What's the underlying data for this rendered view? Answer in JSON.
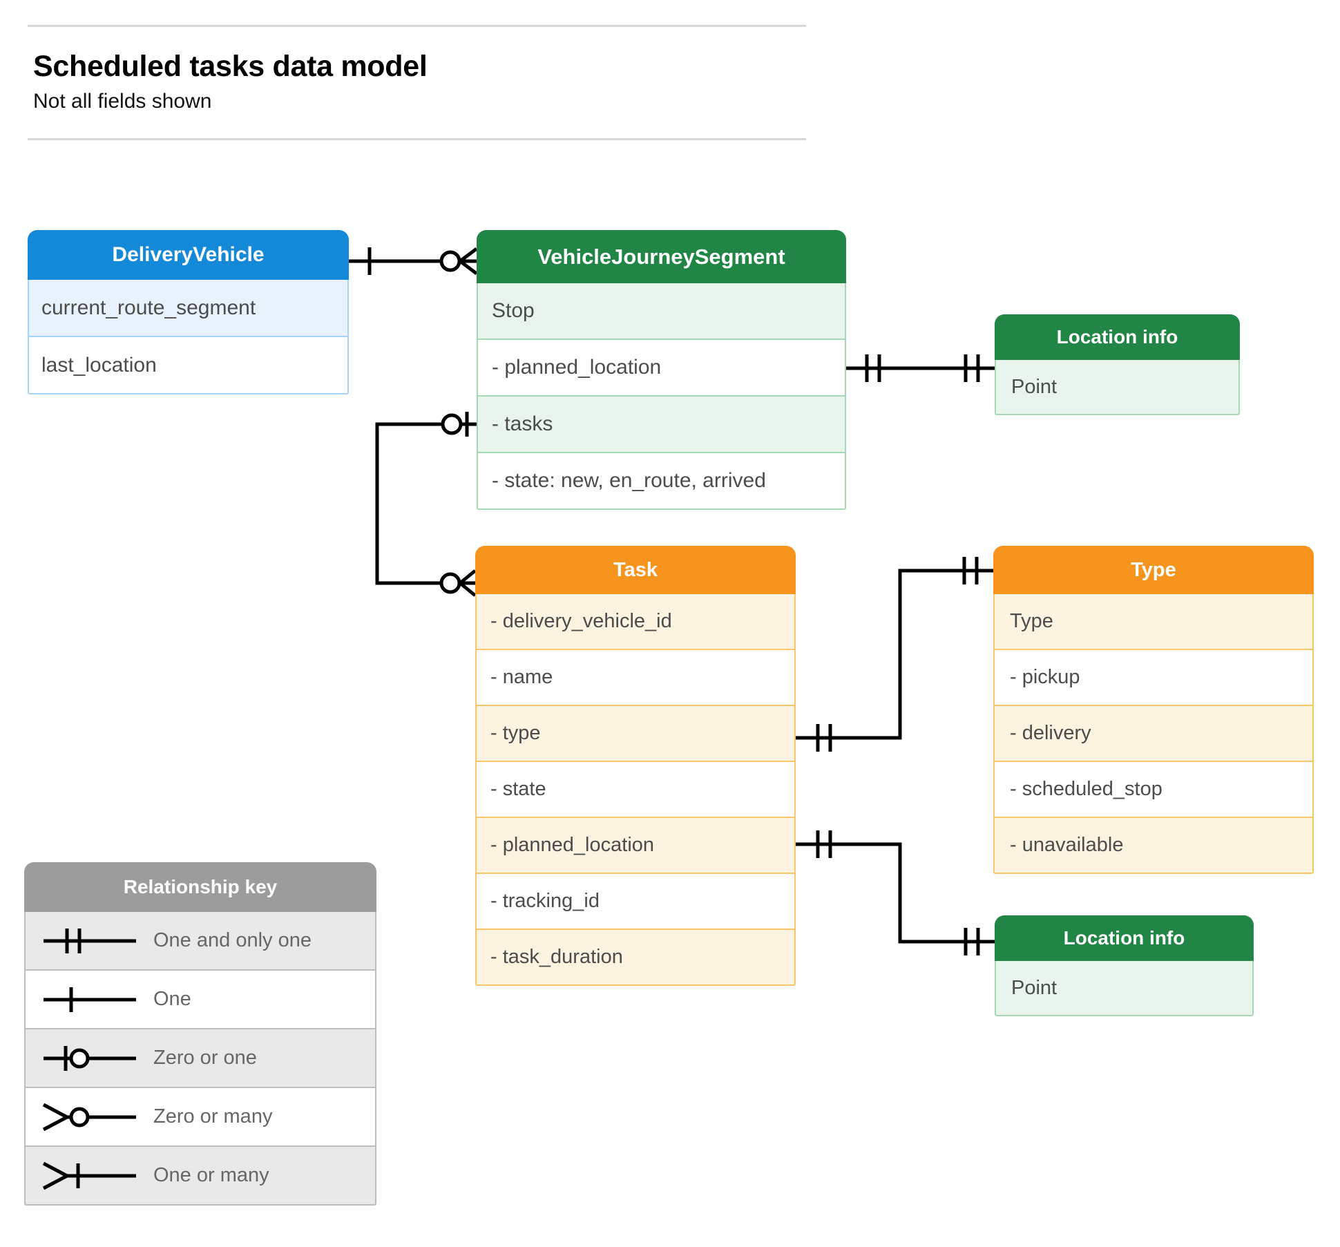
{
  "page": {
    "title": "Scheduled tasks data model",
    "subtitle": "Not all fields shown"
  },
  "colors": {
    "blue_header": "#1489d8",
    "blue_row": "#e8f2fd",
    "blue_border": "#a7d3f4",
    "green_header": "#208545",
    "green_row": "#e8f4ec",
    "green_border": "#a5d8b5",
    "orange_header": "#f7941e",
    "orange_row": "#fdf3e1",
    "orange_border": "#fac66a",
    "gray_header": "#9c9c9c",
    "gray_row": "#e9e9e9",
    "gray_border": "#bdbdbd",
    "connector": "#000000",
    "text": "#4c4c4c"
  },
  "entities": {
    "delivery_vehicle": {
      "name": "DeliveryVehicle",
      "fields": [
        "current_route_segment",
        "last_location"
      ]
    },
    "vehicle_journey_segment": {
      "name": "VehicleJourneySegment",
      "fields": [
        "Stop",
        "-  planned_location",
        "- tasks",
        "- state: new, en_route, arrived"
      ]
    },
    "location_info_top": {
      "name": "Location info",
      "fields": [
        "Point"
      ]
    },
    "task": {
      "name": "Task",
      "fields": [
        "- delivery_vehicle_id",
        "- name",
        "- type",
        "- state",
        "- planned_location",
        "- tracking_id",
        "- task_duration"
      ]
    },
    "type": {
      "name": "Type",
      "fields": [
        "Type",
        "-   pickup",
        "-   delivery",
        "-   scheduled_stop",
        "-   unavailable"
      ]
    },
    "location_info_bottom": {
      "name": "Location info",
      "fields": [
        "Point"
      ]
    }
  },
  "legend": {
    "title": "Relationship key",
    "items": [
      {
        "symbol": "one-and-only-one",
        "label": "One and only one"
      },
      {
        "symbol": "one",
        "label": "One"
      },
      {
        "symbol": "zero-or-one",
        "label": "Zero or one"
      },
      {
        "symbol": "zero-or-many",
        "label": "Zero or many"
      },
      {
        "symbol": "one-or-many",
        "label": "One or many"
      }
    ]
  },
  "relationships": [
    {
      "id": "dv-to-vjs",
      "from": "DeliveryVehicle",
      "to": "VehicleJourneySegment",
      "from_cardinality": "one",
      "to_cardinality": "zero-or-many"
    },
    {
      "id": "vjs-planned-location-to-location-info",
      "from": "VehicleJourneySegment.planned_location",
      "to": "Location info",
      "from_cardinality": "one-and-only-one",
      "to_cardinality": "one-and-only-one"
    },
    {
      "id": "vjs-tasks-to-task",
      "from": "VehicleJourneySegment.tasks",
      "to": "Task",
      "from_cardinality": "zero-or-one",
      "to_cardinality": "zero-or-many"
    },
    {
      "id": "task-type-to-type",
      "from": "Task.type",
      "to": "Type",
      "from_cardinality": "one-and-only-one",
      "to_cardinality": "one-and-only-one"
    },
    {
      "id": "task-planned-location-to-location-info",
      "from": "Task.planned_location",
      "to": "Location info",
      "from_cardinality": "one-and-only-one",
      "to_cardinality": "one-and-only-one"
    }
  ]
}
